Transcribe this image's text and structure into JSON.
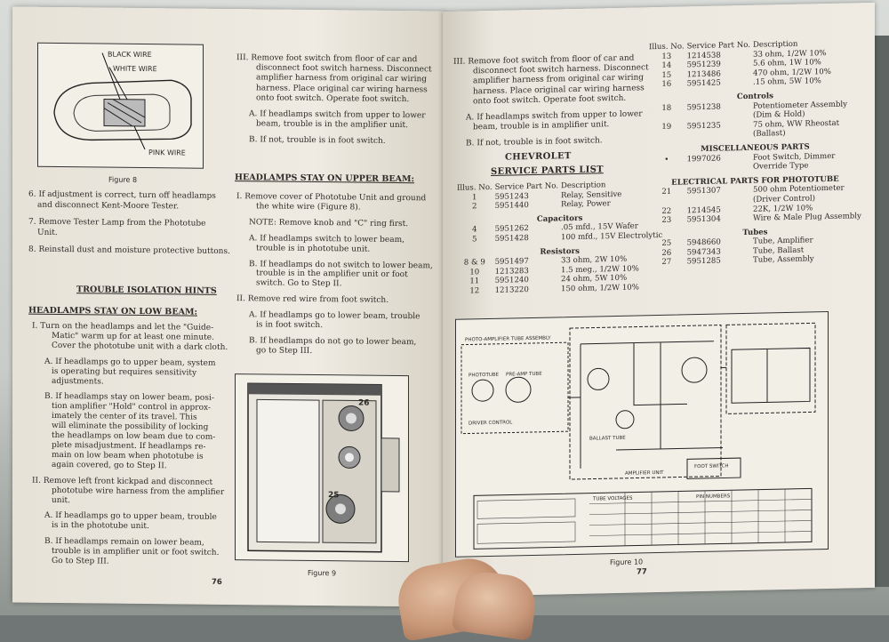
{
  "left_page": {
    "figure8": {
      "labels": [
        "BLACK WIRE",
        "WHITE WIRE",
        "PINK WIRE"
      ],
      "caption": "Figure 8"
    },
    "steps_top": [
      "6. If adjustment is correct, turn off headlamps",
      "and disconnect Kent-Moore Tester.",
      "7. Remove Tester Lamp from the Phototube",
      "Unit.",
      "8. Reinstall dust and moisture protective buttons."
    ],
    "hints_heading": "TROUBLE ISOLATION HINTS",
    "low_beam_heading": "HEADLAMPS STAY ON LOW BEAM:",
    "low_beam_lines": [
      "I. Turn on the headlamps and let the \"Guide-",
      "Matic\" warm up for at least one minute.",
      "Cover the phototube unit with a dark cloth.",
      "",
      "A. If headlamps go to upper beam, system",
      "is operating but requires sensitivity",
      "adjustments.",
      "",
      "B. If headlamps stay on lower beam, posi-",
      "tion amplifier \"Hold\" control in approx-",
      "imately the center of its travel. This",
      "will eliminate the possibility of locking",
      "the headlamps on low beam due to com-",
      "plete misadjustment. If headlamps re-",
      "main on low beam when phototube is",
      "again covered, go to Step II.",
      "",
      "II. Remove left front kickpad and disconnect",
      "phototube wire harness from the amplifier",
      "unit.",
      "",
      "A. If headlamps go to upper beam, trouble",
      "is in the phototube unit.",
      "",
      "B. If headlamps remain on lower beam,",
      "trouble is in amplifier unit or foot switch.",
      "Go to Step III."
    ],
    "col2_lines": [
      "III. Remove foot switch from floor of car and",
      "disconnect foot switch harness. Disconnect",
      "amplifier harness from original car wiring",
      "harness. Place original car wiring harness",
      "onto foot switch. Operate foot switch.",
      "",
      "A. If headlamps switch from upper to lower",
      "beam, trouble is in the amplifier unit.",
      "",
      "B. If not, trouble is in foot switch."
    ],
    "upper_beam_heading": "HEADLAMPS STAY ON UPPER BEAM:",
    "upper_beam_lines": [
      "I. Remove cover of Phototube Unit and ground",
      "the white wire (Figure 8).",
      "",
      "NOTE: Remove knob and \"C\" ring first.",
      "",
      "A. If headlamps switch to lower beam,",
      "trouble is in phototube unit.",
      "",
      "B. If headlamps do not switch to lower beam,",
      "trouble is in the amplifier unit or foot",
      "switch. Go to Step II.",
      "",
      "II. Remove red wire from foot switch.",
      "",
      "A. If headlamps go to lower beam, trouble",
      "is in foot switch.",
      "",
      "B. If headlamps do not go to lower beam,",
      "go to Step III."
    ],
    "figure9": {
      "labels": [
        "26",
        "25"
      ],
      "caption": "Figure 9"
    },
    "page_number": "76"
  },
  "right_page": {
    "col1_lines": [
      "III. Remove foot switch from floor of car and",
      "disconnect foot switch harness. Disconnect",
      "amplifier harness from original car wiring",
      "harness. Place original car wiring harness",
      "onto foot switch. Operate foot switch.",
      "",
      "A. If headlamps switch from upper to lower",
      "beam, trouble is in amplifier unit.",
      "",
      "B. If not, trouble is in foot switch."
    ],
    "brand": "CHEVROLET",
    "parts_list_title": "SERVICE PARTS LIST",
    "table_header": [
      "Illus. No.",
      "Service Part No.",
      "Description"
    ],
    "parts_group1": [
      [
        "1",
        "5951243",
        "Relay, Sensitive"
      ],
      [
        "2",
        "5951440",
        "Relay, Power"
      ]
    ],
    "capacitors_heading": "Capacitors",
    "capacitors": [
      [
        "4",
        "5951262",
        ".05 mfd., 15V Wafer"
      ],
      [
        "5",
        "5951428",
        "100 mfd., 15V Electrolytic"
      ]
    ],
    "resistors_heading": "Resistors",
    "resistors": [
      [
        "8 & 9",
        "5951497",
        "33 ohm, 2W 10%"
      ],
      [
        "10",
        "1213283",
        "1.5 meg., 1/2W 10%"
      ],
      [
        "11",
        "5951240",
        "24 ohm, 5W 10%"
      ],
      [
        "12",
        "1213220",
        "150 ohm, 1/2W 10%"
      ]
    ],
    "col2_parts": [
      [
        "13",
        "1214538",
        "33 ohm, 1/2W 10%"
      ],
      [
        "14",
        "5951239",
        "5.6 ohm, 1W 10%"
      ],
      [
        "15",
        "1213486",
        "470 ohm, 1/2W 10%"
      ],
      [
        "16",
        "5951425",
        ".15 ohm, 5W 10%"
      ]
    ],
    "controls_heading": "Controls",
    "controls": [
      [
        "18",
        "5951238",
        "Potentiometer Assembly",
        "(Dim & Hold)"
      ],
      [
        "19",
        "5951235",
        "75 ohm, WW Rheostat",
        "(Ballast)"
      ]
    ],
    "misc_heading": "MISCELLANEOUS PARTS",
    "misc": [
      [
        "•",
        "1997026",
        "Foot Switch, Dimmer",
        "Override Type"
      ]
    ],
    "electrical_heading": "ELECTRICAL PARTS FOR PHOTOTUBE",
    "electrical": [
      [
        "21",
        "5951307",
        "500 ohm Potentiometer",
        "(Driver Control)"
      ],
      [
        "22",
        "1214545",
        "22K, 1/2W 10%",
        ""
      ],
      [
        "23",
        "5951304",
        "Wire & Male Plug Assembly",
        ""
      ]
    ],
    "tubes_heading": "Tubes",
    "tubes": [
      [
        "25",
        "5948660",
        "Tube, Amplifier"
      ],
      [
        "26",
        "5947343",
        "Tube, Ballast"
      ],
      [
        "27",
        "5951285",
        "Tube, Assembly"
      ]
    ],
    "figure10": {
      "labels": [
        "PHOTO-AMPLIFIER TUBE ASSEMBLY",
        "PHOTOTUBE",
        "PRE-AMP TUBE",
        "DRIVER CONTROL",
        "BALLAST TUBE",
        "AMPLIFIER UNIT",
        "FOOT SWITCH",
        "TUBE VOLTAGES",
        "PIN NUMBERS"
      ],
      "caption": "Figure 10"
    },
    "page_number": "77"
  }
}
